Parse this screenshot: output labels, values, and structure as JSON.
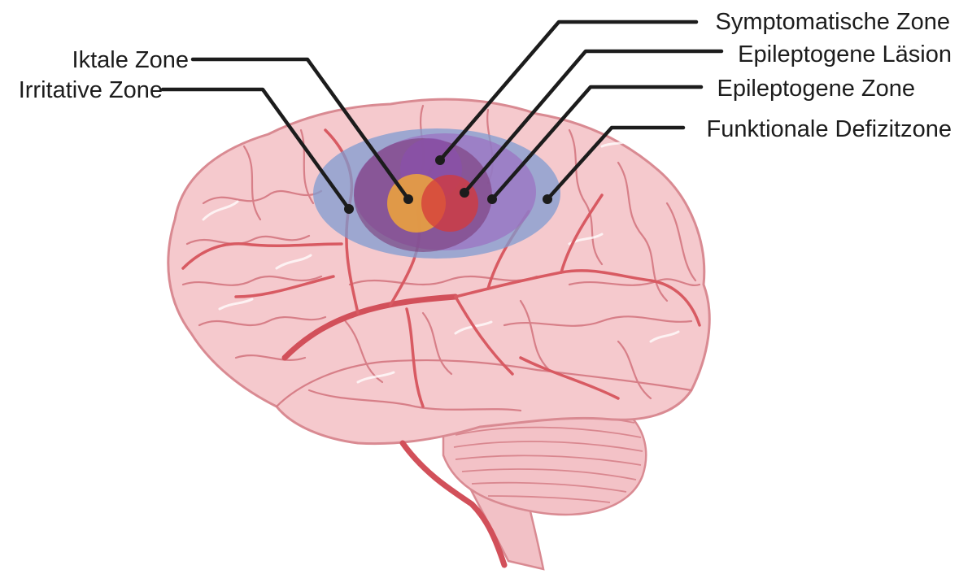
{
  "labels": {
    "symptomatic_zone": "Symptomatische Zone",
    "epileptogenic_lesion": "Epileptogene Läsion",
    "epileptogenic_zone": "Epileptogene Zone",
    "functional_deficit_zone": "Funktionale Defizitzone",
    "ictal_zone": "Iktale Zone",
    "irritative_zone": "Irritative Zone"
  },
  "colors": {
    "brain_fill": "#f5c9cd",
    "brain_outline": "#d98a92",
    "vessels": "#d85a62",
    "functional_deficit_zone": "#7f9bd0",
    "irritative_zone": "#9b6cc0",
    "epileptogenic_zone": "#7c3a78",
    "symptomatic_zone": "#8a4fb0",
    "ictal_zone": "#f0a43a",
    "epileptogenic_lesion": "#d63a3a",
    "leader_lines": "#1c1c1c"
  }
}
